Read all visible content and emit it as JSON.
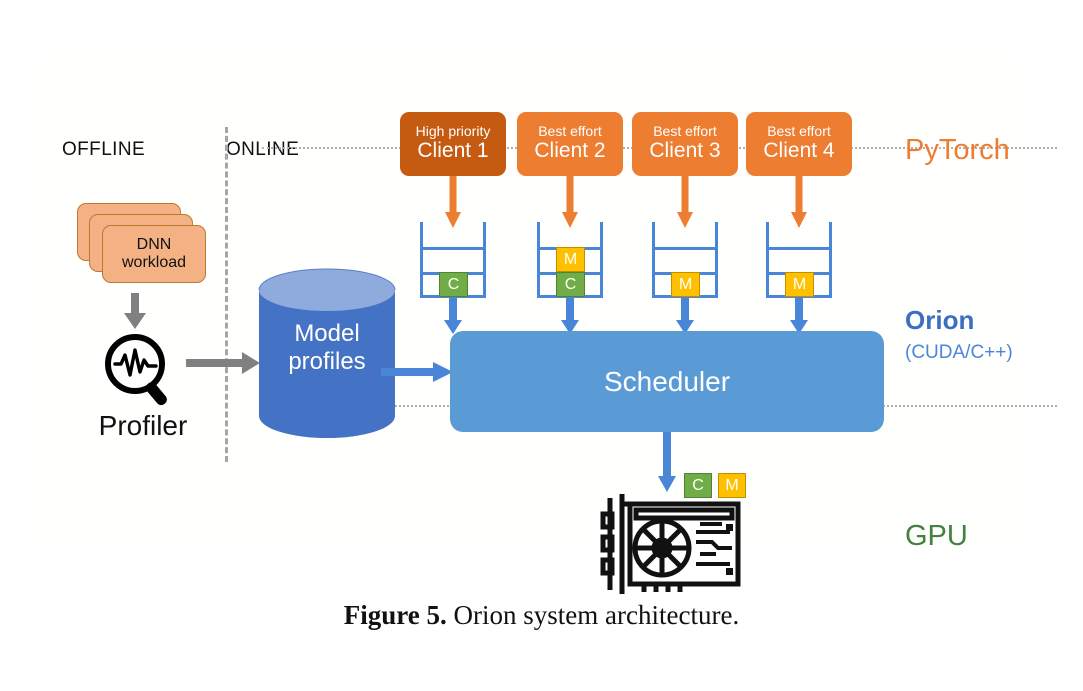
{
  "figure": {
    "caption_bold": "Figure 5.",
    "caption_rest": " Orion system architecture."
  },
  "stages": {
    "offline": "OFFLINE",
    "online": "ONLINE"
  },
  "offline_pipeline": {
    "workload_line1": "DNN",
    "workload_line2": "workload",
    "profiler_label": "Profiler",
    "profiler_icon": "magnifier-waveform-icon",
    "arrow_down_icon": "gray-arrow-down-icon",
    "arrow_right_icon": "gray-arrow-right-icon"
  },
  "store": {
    "line1": "Model",
    "line2": "profiles",
    "icon": "database-cylinder-icon"
  },
  "clients": [
    {
      "priority": "High priority",
      "name": "Client 1",
      "color": "#c55a11"
    },
    {
      "priority": "Best effort",
      "name": "Client 2",
      "color": "#ed7d31"
    },
    {
      "priority": "Best effort",
      "name": "Client 3",
      "color": "#ed7d31"
    },
    {
      "priority": "Best effort",
      "name": "Client 4",
      "color": "#ed7d31"
    }
  ],
  "queues": [
    {
      "name": "queue-client-1",
      "cells": 3,
      "items": [
        {
          "label": "C",
          "kind": "compute",
          "slot": 3
        }
      ]
    },
    {
      "name": "queue-client-2",
      "cells": 3,
      "items": [
        {
          "label": "M",
          "kind": "memory",
          "slot": 2
        },
        {
          "label": "C",
          "kind": "compute",
          "slot": 3
        }
      ]
    },
    {
      "name": "queue-client-3",
      "cells": 3,
      "items": [
        {
          "label": "M",
          "kind": "memory",
          "slot": 3
        }
      ]
    },
    {
      "name": "queue-client-4",
      "cells": 3,
      "items": [
        {
          "label": "M",
          "kind": "memory",
          "slot": 3
        }
      ]
    }
  ],
  "scheduler": {
    "label": "Scheduler"
  },
  "gpu": {
    "icon": "graphics-card-icon",
    "badges": [
      {
        "label": "C",
        "kind": "compute"
      },
      {
        "label": "M",
        "kind": "memory"
      }
    ]
  },
  "layer_labels": {
    "pytorch": "PyTorch",
    "orion": "Orion",
    "orion_sub": "(CUDA/C++)",
    "gpu": "GPU"
  },
  "colors": {
    "orange_client_high": "#c55a11",
    "orange_client_best": "#ed7d31",
    "orange_arrow": "#ed7d31",
    "blue_arrow": "#4a86d8",
    "blue_queue": "#4a86d8",
    "blue_scheduler": "#5b9bd5",
    "blue_cylinder": "#4472c4",
    "blue_cylinder_top": "#8faadc",
    "green_compute": "#70ad47",
    "yellow_memory": "#ffc000",
    "gray_divider": "#a6a6a6",
    "orange_card": "#f4b183",
    "label_pytorch": "#ed7d31",
    "label_orion": "#3a6fc4",
    "label_gpu": "#44803f"
  }
}
